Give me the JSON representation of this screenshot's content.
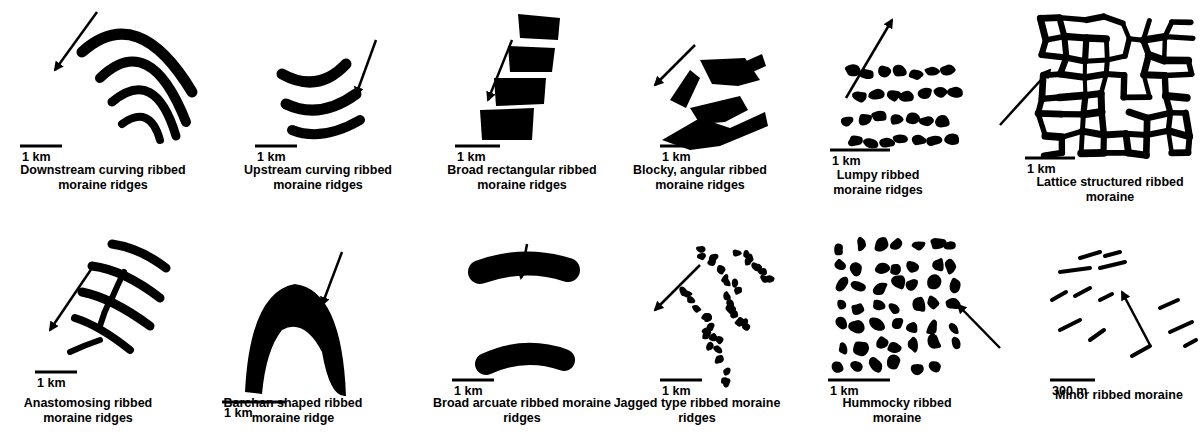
{
  "diagram": {
    "labels": [
      "1 km",
      "Downstream curving ribbed moraine ridges",
      "1 km",
      "Upstream curving ribbed moraine ridges",
      "1 km",
      "Broad rectangular ribbed moraine ridges",
      "1 km",
      "Blocky, angular ribbed moraine ridges",
      "1 km",
      "Lumpy ribbed moraine ridges",
      "1 km",
      "Lattice structured ribbed moraine",
      "1 km",
      "Anastomosing ribbed moraine ridges",
      "1 km",
      "Barchan shaped ribbed moraine ridge",
      "1 km",
      "Broad arcuate ribbed moraine ridges",
      "1 km",
      "Jagged type ribbed moraine ridges",
      "1 km",
      "Hummocky ribbed moraine",
      "300 m",
      "Minor ribbed moraine"
    ]
  }
}
